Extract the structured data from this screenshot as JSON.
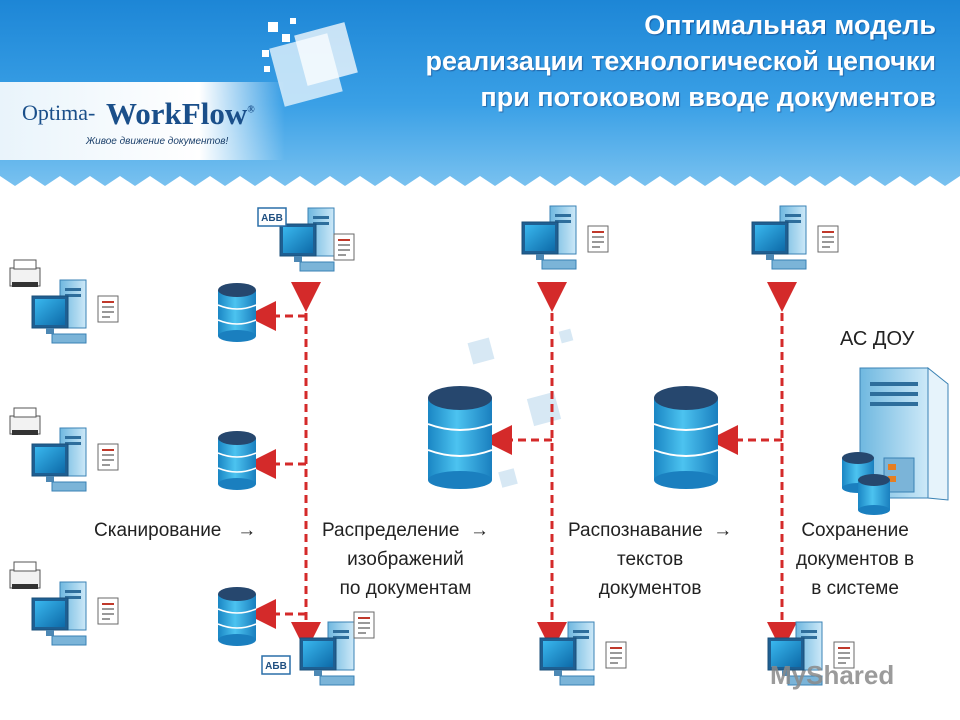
{
  "header": {
    "title_lines": [
      "Оптимальная модель",
      "реализации технологической цепочки",
      "при потоковом вводе документов"
    ],
    "logo_prefix": "Optima-",
    "logo_name": "WorkFlow",
    "logo_mark": "®",
    "tagline": "Живое движение документов!"
  },
  "stages": {
    "scan": "Сканирование",
    "arrow": "→",
    "distribution": [
      "Распределение",
      "изображений",
      "по документам"
    ],
    "recognition": [
      "Распознавание",
      "текстов",
      "документов"
    ],
    "saving": [
      "Сохранение",
      "документов в",
      "в системе"
    ]
  },
  "system_label": "АС ДОУ",
  "monitor_badge": "АБВ",
  "watermark": "MyShared",
  "colors": {
    "header_blue": "#1d86d6",
    "arrow_red": "#d42a2a",
    "db_top": "#26476e",
    "db_body": "#2aa3dd"
  }
}
